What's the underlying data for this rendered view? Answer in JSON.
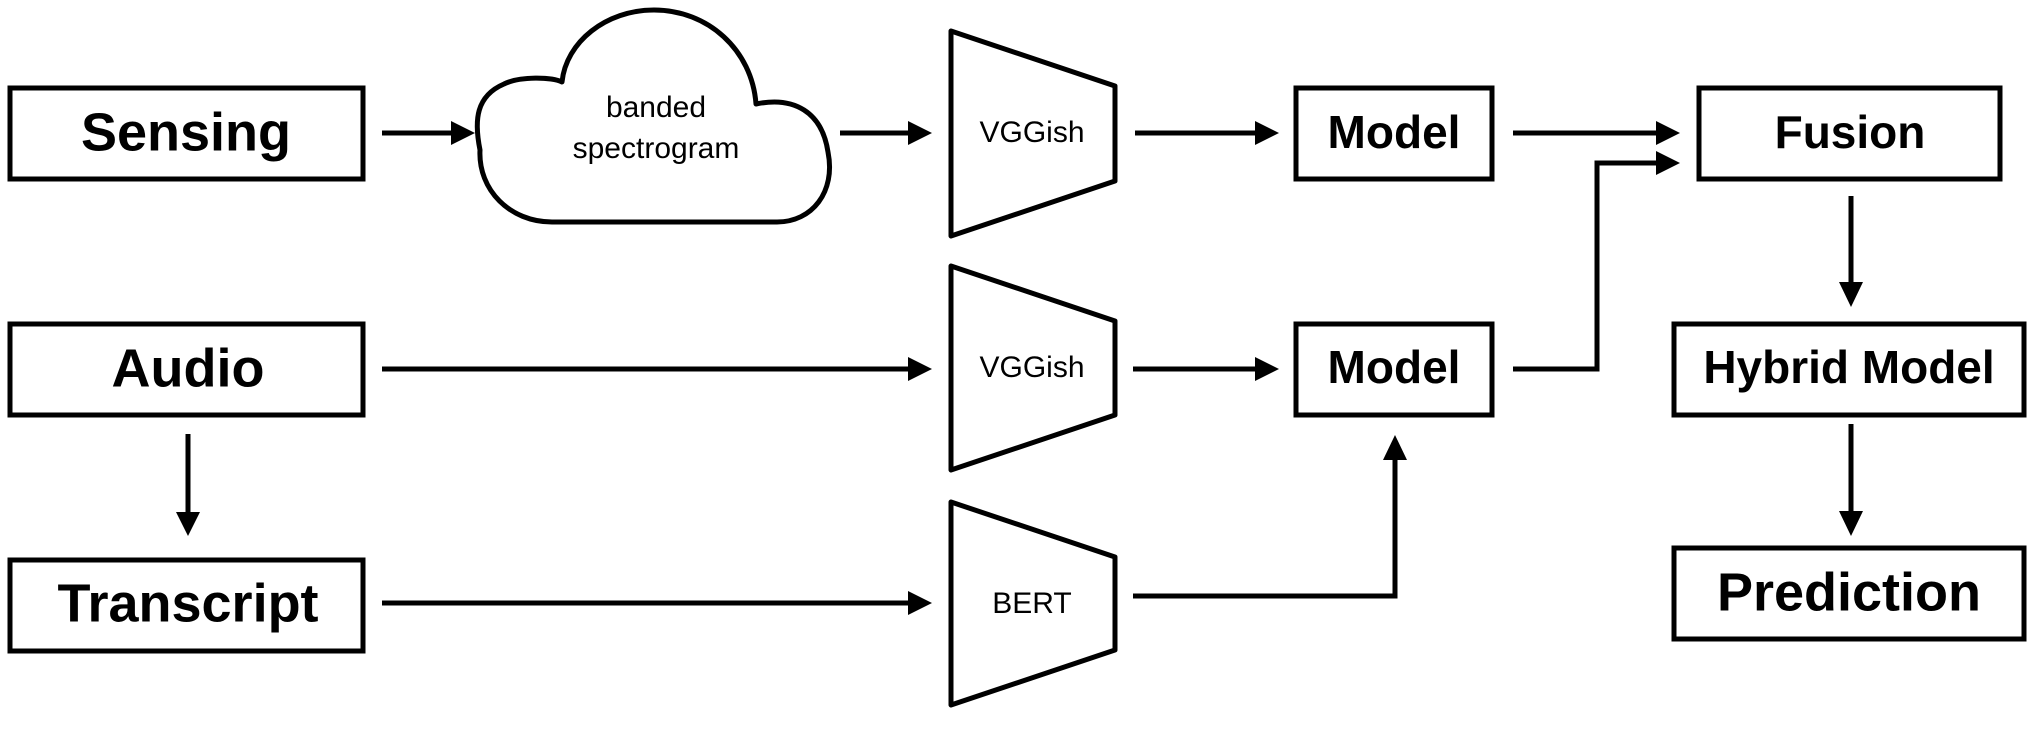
{
  "nodes": {
    "sensing": "Sensing",
    "audio": "Audio",
    "transcript": "Transcript",
    "spectrogram": [
      "banded",
      "spectrogram"
    ],
    "vggish_top": "VGGish",
    "vggish_mid": "VGGish",
    "bert": "BERT",
    "model_top": "Model",
    "model_mid": "Model",
    "fusion": "Fusion",
    "hybrid_model": "Hybrid Model",
    "prediction": "Prediction"
  },
  "edges": [
    {
      "from": "sensing",
      "to": "spectrogram"
    },
    {
      "from": "spectrogram",
      "to": "vggish_top"
    },
    {
      "from": "vggish_top",
      "to": "model_top"
    },
    {
      "from": "model_top",
      "to": "fusion"
    },
    {
      "from": "audio",
      "to": "vggish_mid"
    },
    {
      "from": "vggish_mid",
      "to": "model_mid"
    },
    {
      "from": "model_mid",
      "to": "fusion"
    },
    {
      "from": "audio",
      "to": "transcript"
    },
    {
      "from": "transcript",
      "to": "bert"
    },
    {
      "from": "bert",
      "to": "model_mid"
    },
    {
      "from": "fusion",
      "to": "hybrid_model"
    },
    {
      "from": "hybrid_model",
      "to": "prediction"
    }
  ]
}
